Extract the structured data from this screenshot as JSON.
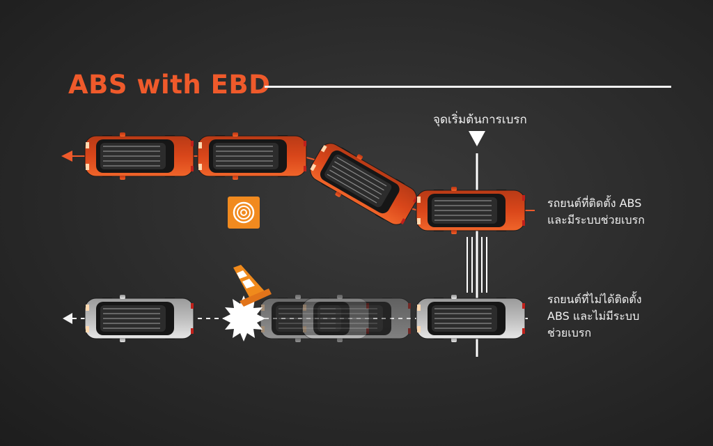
{
  "title": "ABS with EBD",
  "brake_start_label": "จุดเริ่มต้นการเบรก",
  "abs_label": [
    "รถยนต์ที่ติดตั้ง ABS",
    "และมีระบบช่วยเบรก"
  ],
  "no_abs_label": [
    "รถยนต์ที่ไม่ได้ติดตั้ง",
    "ABS และไม่มีระบบ",
    "ช่วยเบรก"
  ],
  "colors": {
    "accent": "#ef5a2b",
    "abs_car": "#e8531d",
    "no_abs_car": "#c9c9c9",
    "background": "#2a2a2a",
    "line": "#f2f2f2"
  },
  "icons": [
    "abs-warning-icon",
    "traffic-cone-icon",
    "impact-burst-icon",
    "arrow-left-icon",
    "brake-marker-icon"
  ]
}
